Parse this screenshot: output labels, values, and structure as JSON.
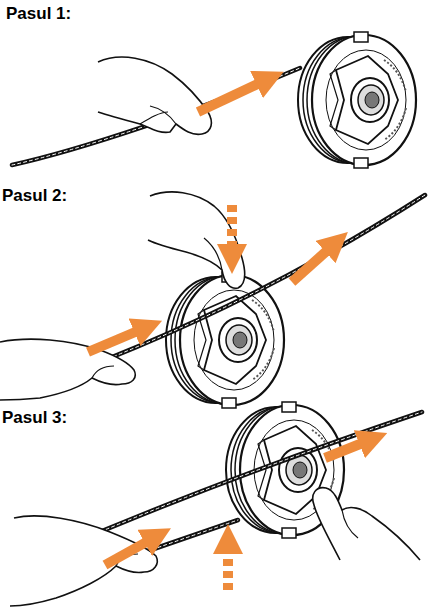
{
  "diagram": {
    "labels": [
      "Pasul 1:",
      "Pasul 2:",
      "Pasul 3:"
    ]
  }
}
